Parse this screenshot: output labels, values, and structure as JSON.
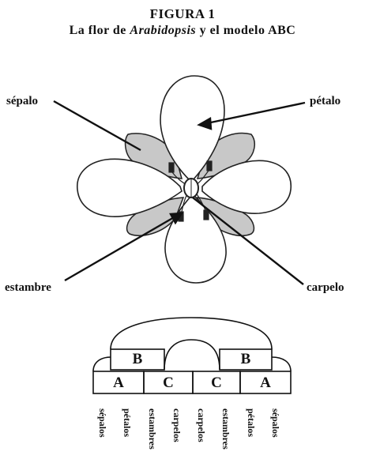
{
  "figure": {
    "title": "FIGURA 1",
    "subtitle_prefix": "La flor de ",
    "subtitle_italic": "Arabidopsis",
    "subtitle_suffix": " y el modelo ABC"
  },
  "flower_labels": {
    "sepalo": "sépalo",
    "petalo": "pétalo",
    "estambre": "estambre",
    "carpelo": "carpelo"
  },
  "abc_model": {
    "top_row": [
      "B",
      "B"
    ],
    "bottom_row": [
      "A",
      "C",
      "C",
      "A"
    ],
    "whorl_labels": [
      "sépalos",
      "pétalos",
      "estambres",
      "carpelos",
      "carpelos",
      "estambres",
      "pétalos",
      "sépalos"
    ]
  }
}
